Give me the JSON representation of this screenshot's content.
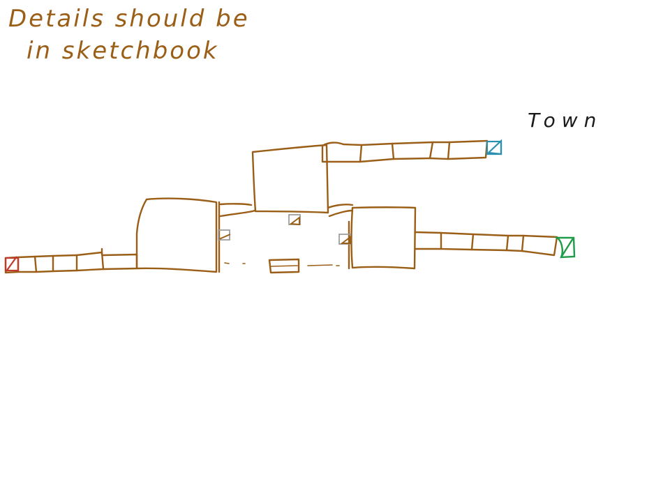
{
  "note": {
    "line1": "Details should be",
    "line2": "in sketchbook"
  },
  "town_label": "Town",
  "colors": {
    "ink": "#9a5e16",
    "town_label": "#1a1a1a",
    "entry_marker": "#c0392b",
    "north_exit_marker": "#2a8fb0",
    "east_exit_marker": "#1e9c4a",
    "door_marker": "#9e9e9e",
    "background": "#ffffff"
  },
  "markers": [
    {
      "name": "entry-marker",
      "shape": "triangle-in-square",
      "color": "red"
    },
    {
      "name": "north-exit-marker",
      "shape": "triangle-in-square",
      "color": "teal"
    },
    {
      "name": "east-exit-marker",
      "shape": "triangle-in-square",
      "color": "green"
    },
    {
      "name": "door-marker",
      "shape": "small-square",
      "color": "gray",
      "count": 3
    }
  ]
}
